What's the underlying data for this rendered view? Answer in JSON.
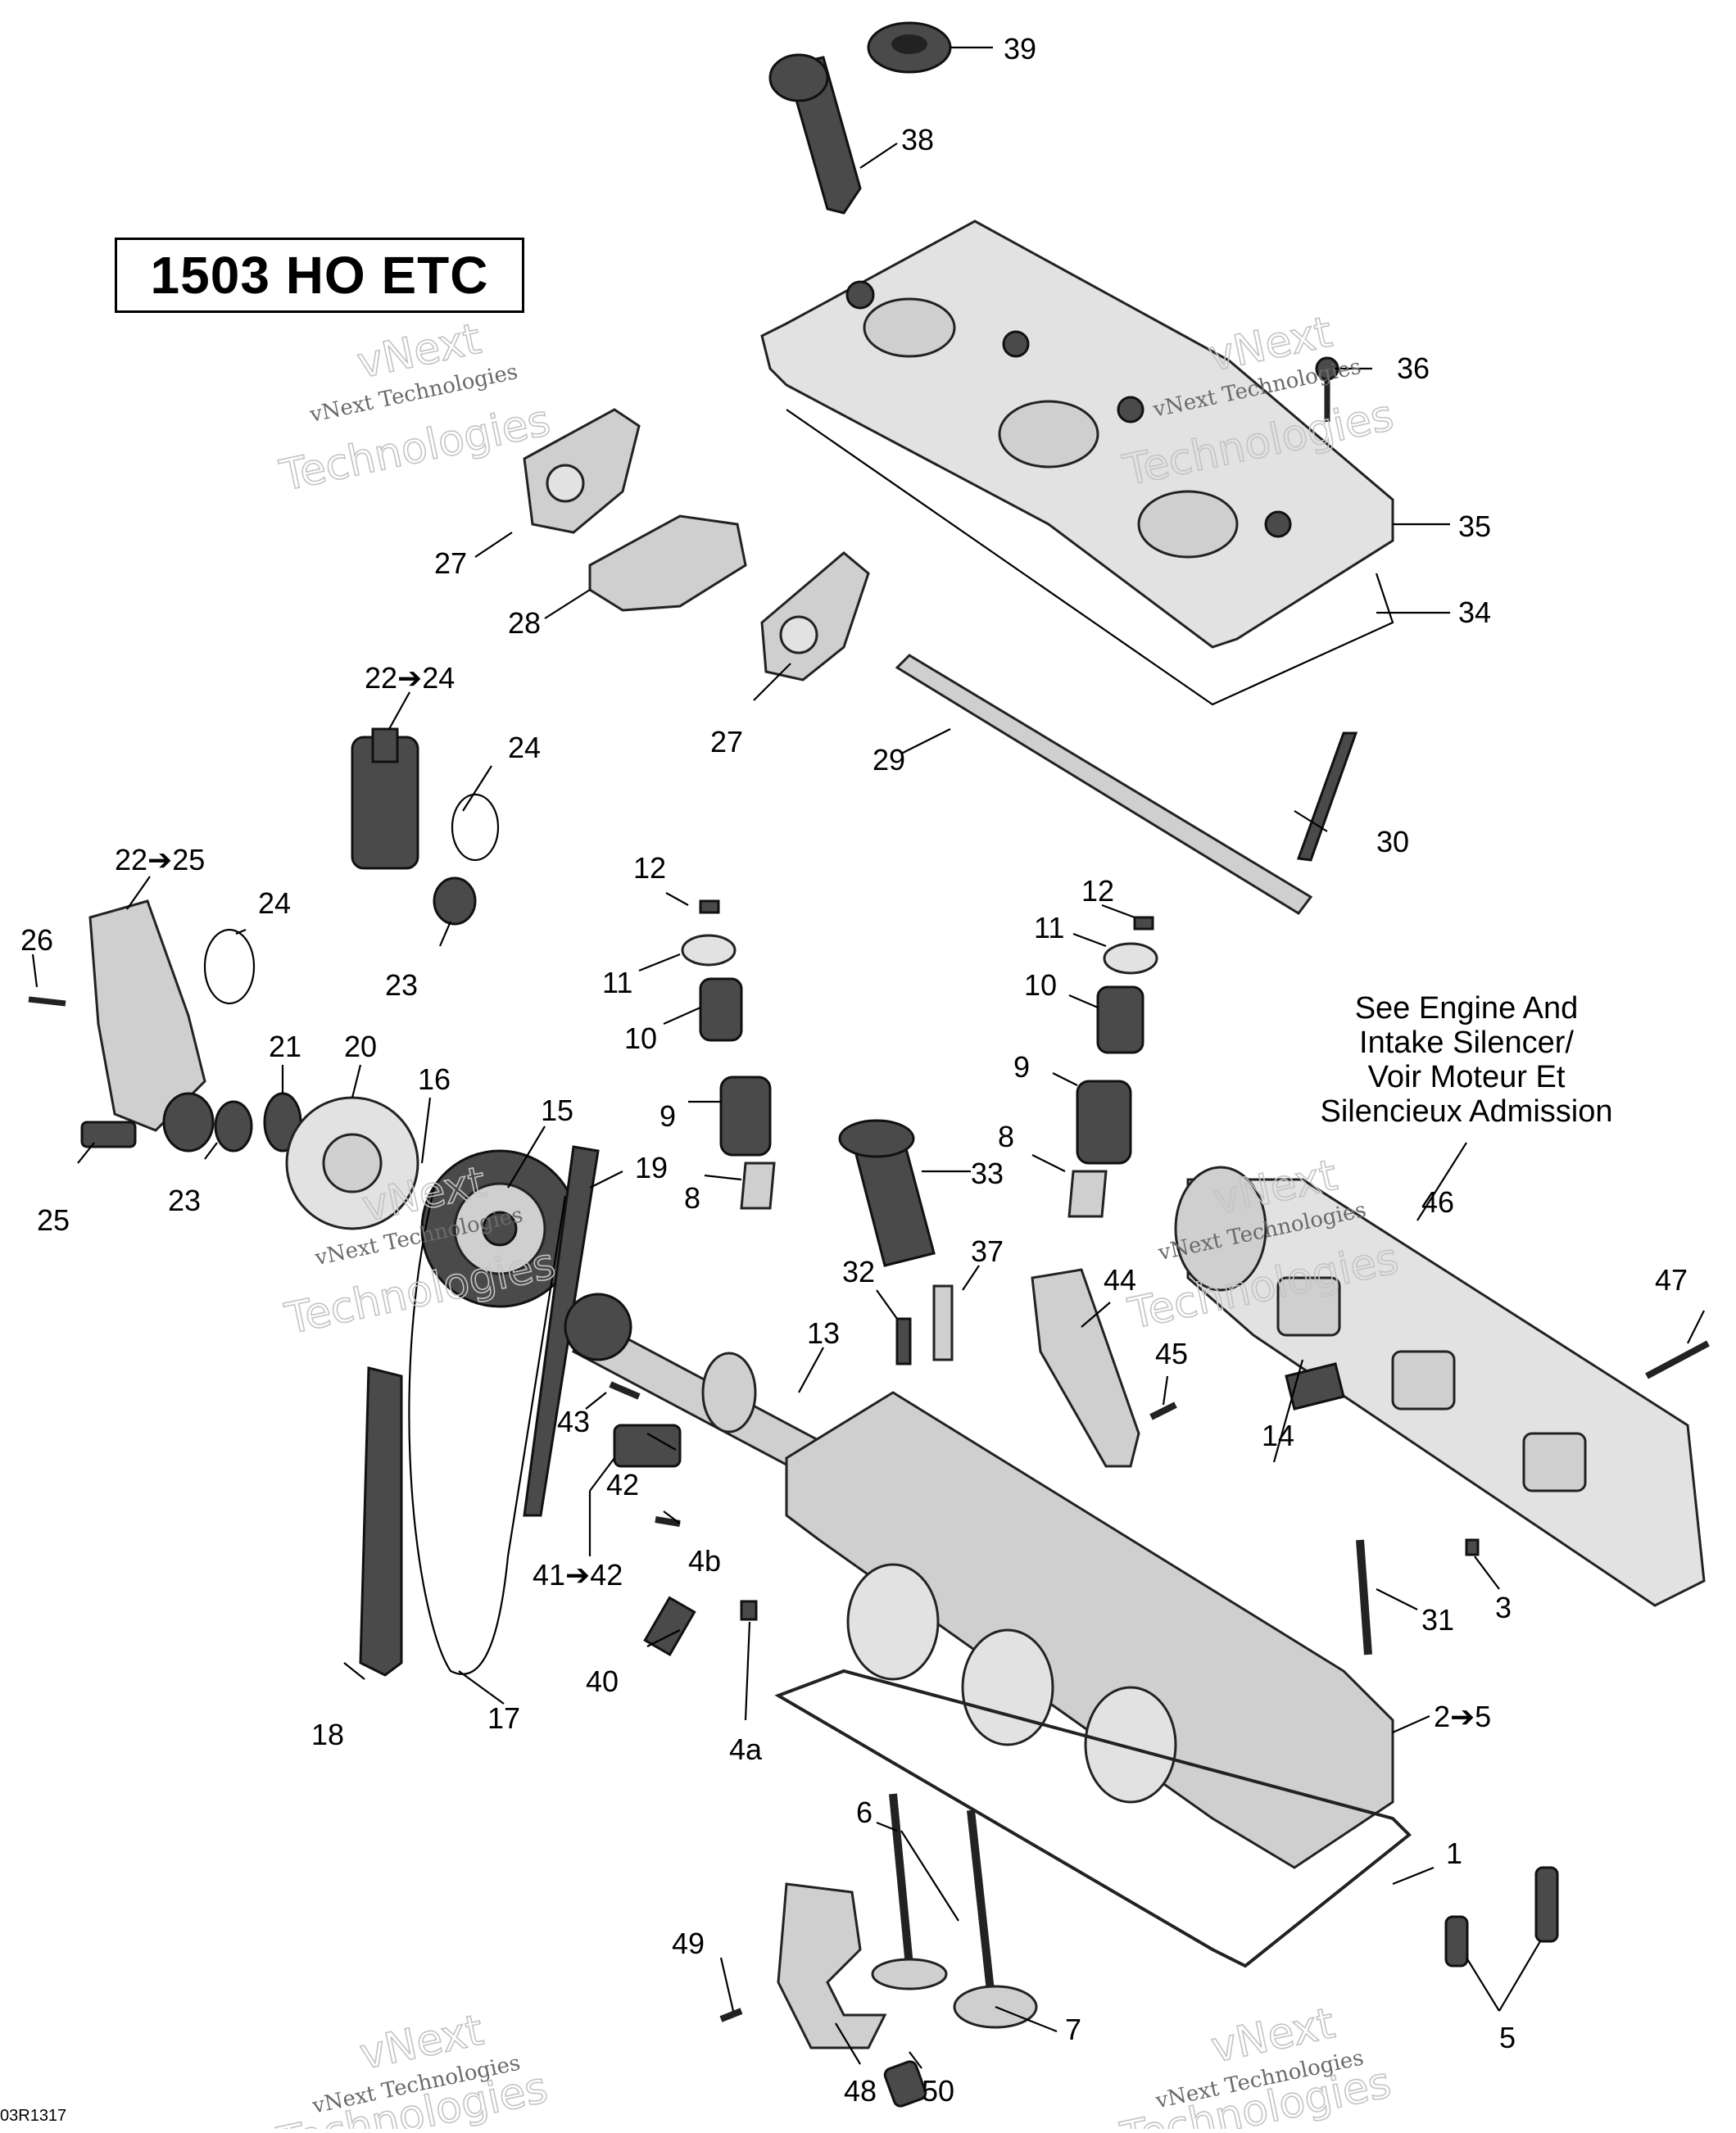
{
  "title": "1503 HO ETC",
  "note_lines": [
    "See Engine And",
    "Intake Silencer/",
    "Voir Moteur Et",
    "Silencieux Admission"
  ],
  "diagram_code": "03R1317",
  "watermark": {
    "line1": "vNext Technologies",
    "line2": "vNext",
    "line3": "Technologies"
  },
  "callouts": {
    "c1": "1",
    "c2_5": "2➔5",
    "c3": "3",
    "c4a": "4a",
    "c4b": "4b",
    "c5": "5",
    "c6": "6",
    "c7": "7",
    "c8a": "8",
    "c8b": "8",
    "c9a": "9",
    "c9b": "9",
    "c10a": "10",
    "c10b": "10",
    "c11a": "11",
    "c11b": "11",
    "c12a": "12",
    "c12b": "12",
    "c13": "13",
    "c14": "14",
    "c15": "15",
    "c16": "16",
    "c17": "17",
    "c18": "18",
    "c19": "19",
    "c20": "20",
    "c21": "21",
    "c22_24": "22➔24",
    "c22_25": "22➔25",
    "c23a": "23",
    "c23b": "23",
    "c24a": "24",
    "c24b": "24",
    "c25": "25",
    "c26": "26",
    "c27a": "27",
    "c27b": "27",
    "c28": "28",
    "c29": "29",
    "c30": "30",
    "c31": "31",
    "c32": "32",
    "c33": "33",
    "c34": "34",
    "c35": "35",
    "c36": "36",
    "c37": "37",
    "c38": "38",
    "c39": "39",
    "c40": "40",
    "c41_42": "41➔42",
    "c42": "42",
    "c43": "43",
    "c44": "44",
    "c45": "45",
    "c46": "46",
    "c47": "47",
    "c48": "48",
    "c49": "49",
    "c50": "50"
  }
}
